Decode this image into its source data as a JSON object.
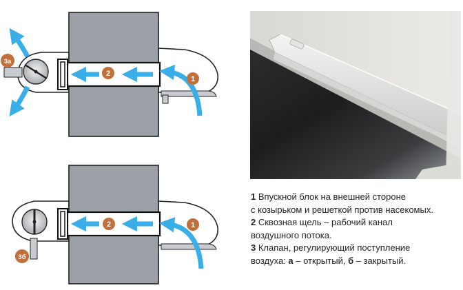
{
  "diagram": {
    "top": {
      "badges": {
        "intake": "1",
        "channel": "2",
        "valve": "3а"
      }
    },
    "bottom": {
      "badges": {
        "intake": "1",
        "channel": "2",
        "valve": "3б"
      }
    }
  },
  "caption": {
    "item1": {
      "num": "1",
      "line1": "Впускной блок на внешней стороне",
      "line2": "с козырьком и решеткой против насекомых."
    },
    "item2": {
      "num": "2",
      "line1": "Сквозная щель – рабочий канал",
      "line2": "воздушного потока."
    },
    "item3": {
      "num": "3",
      "line1": "Клапан, регулирующий поступление",
      "line2_pre": "воздуха: ",
      "open_letter": "а",
      "open_text": " – открытый, ",
      "closed_letter": "б",
      "closed_text": " – закрытый."
    }
  },
  "colors": {
    "airflow_arrow": "#3aaee6",
    "badge": "#c0703a",
    "frame": "#9aa0a5",
    "frame_dark": "#8c9297"
  }
}
